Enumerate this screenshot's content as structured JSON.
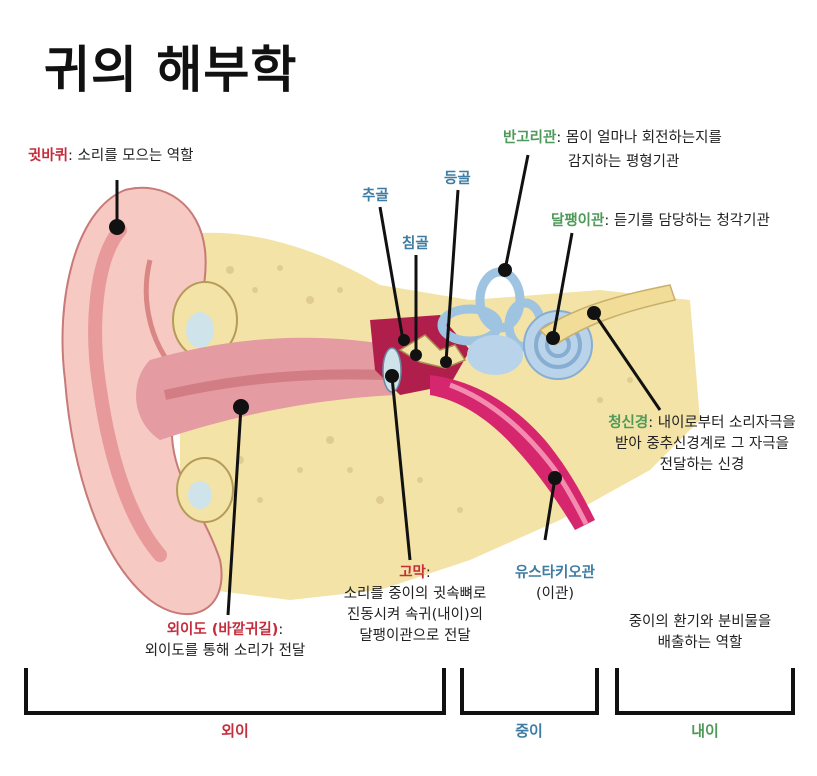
{
  "title": "귀의 해부학",
  "labels": {
    "auricle": {
      "name": "귓바퀴",
      "desc": ": 소리를 모으는 역할"
    },
    "malleus": {
      "name": "추골"
    },
    "incus": {
      "name": "침골"
    },
    "stapes": {
      "name": "등골"
    },
    "semicircular": {
      "name": "반고리관",
      "desc1": ": 몸이 얼마나 회전하는지를",
      "desc2": "감지하는 평형기관"
    },
    "cochlea": {
      "name": "달팽이관",
      "desc": ": 듣기를 담당하는 청각기관"
    },
    "nerve": {
      "name": "청신경",
      "desc1": ": 내이로부터 소리자극을",
      "desc2": "받아 중추신경계로 그 자극을",
      "desc3": "전달하는 신경"
    },
    "canal": {
      "name": "외이도 (바깥귀길)",
      "desc1": ":",
      "desc2": "외이도를 통해 소리가 전달"
    },
    "eardrum": {
      "name": "고막",
      "desc1": ":",
      "desc2": "소리를 중이의 귓속뼈로",
      "desc3": "진동시켜 속귀(내이)의",
      "desc4": "달팽이관으로 전달"
    },
    "eustachian": {
      "name": "유스타키오관",
      "desc": "(이관)"
    },
    "inner_role": {
      "desc1": "중이의 환기와 분비물을",
      "desc2": "배출하는 역할"
    }
  },
  "sections": {
    "outer": "외이",
    "middle": "중이",
    "inner": "내이"
  },
  "colors": {
    "red": "#c62d3c",
    "blue": "#3d7ca3",
    "green": "#4f9a5a",
    "skin": "#f6c9c3",
    "bone": "#f3e3a6",
    "canal": "#e49ba1",
    "tube": "#d6266e",
    "inner": "#b9d3ea"
  }
}
